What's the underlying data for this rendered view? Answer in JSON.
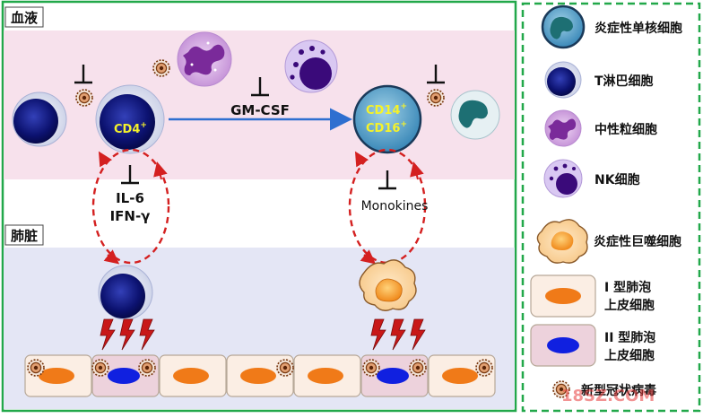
{
  "regions": {
    "blood": "血液",
    "lung": "肺脏"
  },
  "labels": {
    "cd4": "CD4",
    "cd4_sup": "+",
    "cd14": "CD14",
    "cd14_sup": "+",
    "cd16": "CD16",
    "cd16_sup": "+",
    "gmcsf": "GM-CSF",
    "il6": "IL-6",
    "ifn": "IFN-γ",
    "monokines": "Monokines"
  },
  "legend": {
    "items": [
      {
        "icon": "inflammatory-monocyte-icon",
        "label": "炎症性单核细胞"
      },
      {
        "icon": "t-lymphocyte-icon",
        "label": "T淋巴细胞"
      },
      {
        "icon": "neutrophil-icon",
        "label": "中性粒细胞"
      },
      {
        "icon": "nk-cell-icon",
        "label": "NK细胞"
      },
      {
        "icon": "inflammatory-macrophage-icon",
        "label": "炎症性巨噬细胞"
      },
      {
        "icon": "type1-alveolar-cell-icon",
        "label_line1": "I 型肺泡",
        "label_line2": "上皮细胞"
      },
      {
        "icon": "type2-alveolar-cell-icon",
        "label_line1": "II 型肺泡",
        "label_line2": "上皮细胞"
      },
      {
        "icon": "coronavirus-icon",
        "label": "新型冠状病毒"
      }
    ]
  },
  "watermark": "18SZ.COM",
  "colors": {
    "frame_green": "#22a84a",
    "blood_band": "#f7e1ec",
    "lung_band": "#e4e6f5",
    "arrow_blue": "#2e6fd0",
    "loop_red": "#d42020",
    "label_yellow": "#f5f22a"
  }
}
